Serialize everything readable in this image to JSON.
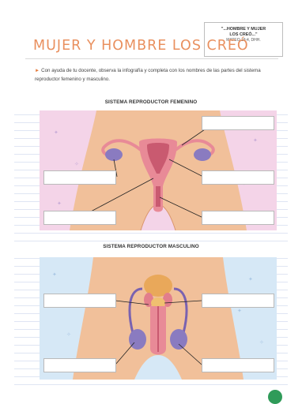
{
  "header": {
    "quote_line1": "\"...HOMBRE Y MUJER",
    "quote_line2": "LOS CREÓ...\"",
    "quote_ref": "MATEO 19:4, DHH.",
    "title": "MUJER Y HOMBRE LOS CREÓ"
  },
  "instructions": "Con ayuda de tu docente, observa la infografía y completa con los nombres de las partes del sistema reproductor femenino y masculino.",
  "female": {
    "title": "SISTEMA REPRODUCTOR FEMENINO",
    "label_boxes": [
      "",
      "",
      "",
      "",
      ""
    ]
  },
  "male": {
    "title": "SISTEMA REPRODUCTOR MASCULINO",
    "label_boxes": [
      "",
      "",
      "",
      ""
    ]
  },
  "colors": {
    "title": "#e9905f",
    "skin": "#f1c09a",
    "female_bg": "#f4d4e8",
    "male_bg": "#d6e8f6",
    "organ_pink": "#e88a97",
    "ovary_purple": "#8a7bc0",
    "badge": "#2f9b59"
  }
}
